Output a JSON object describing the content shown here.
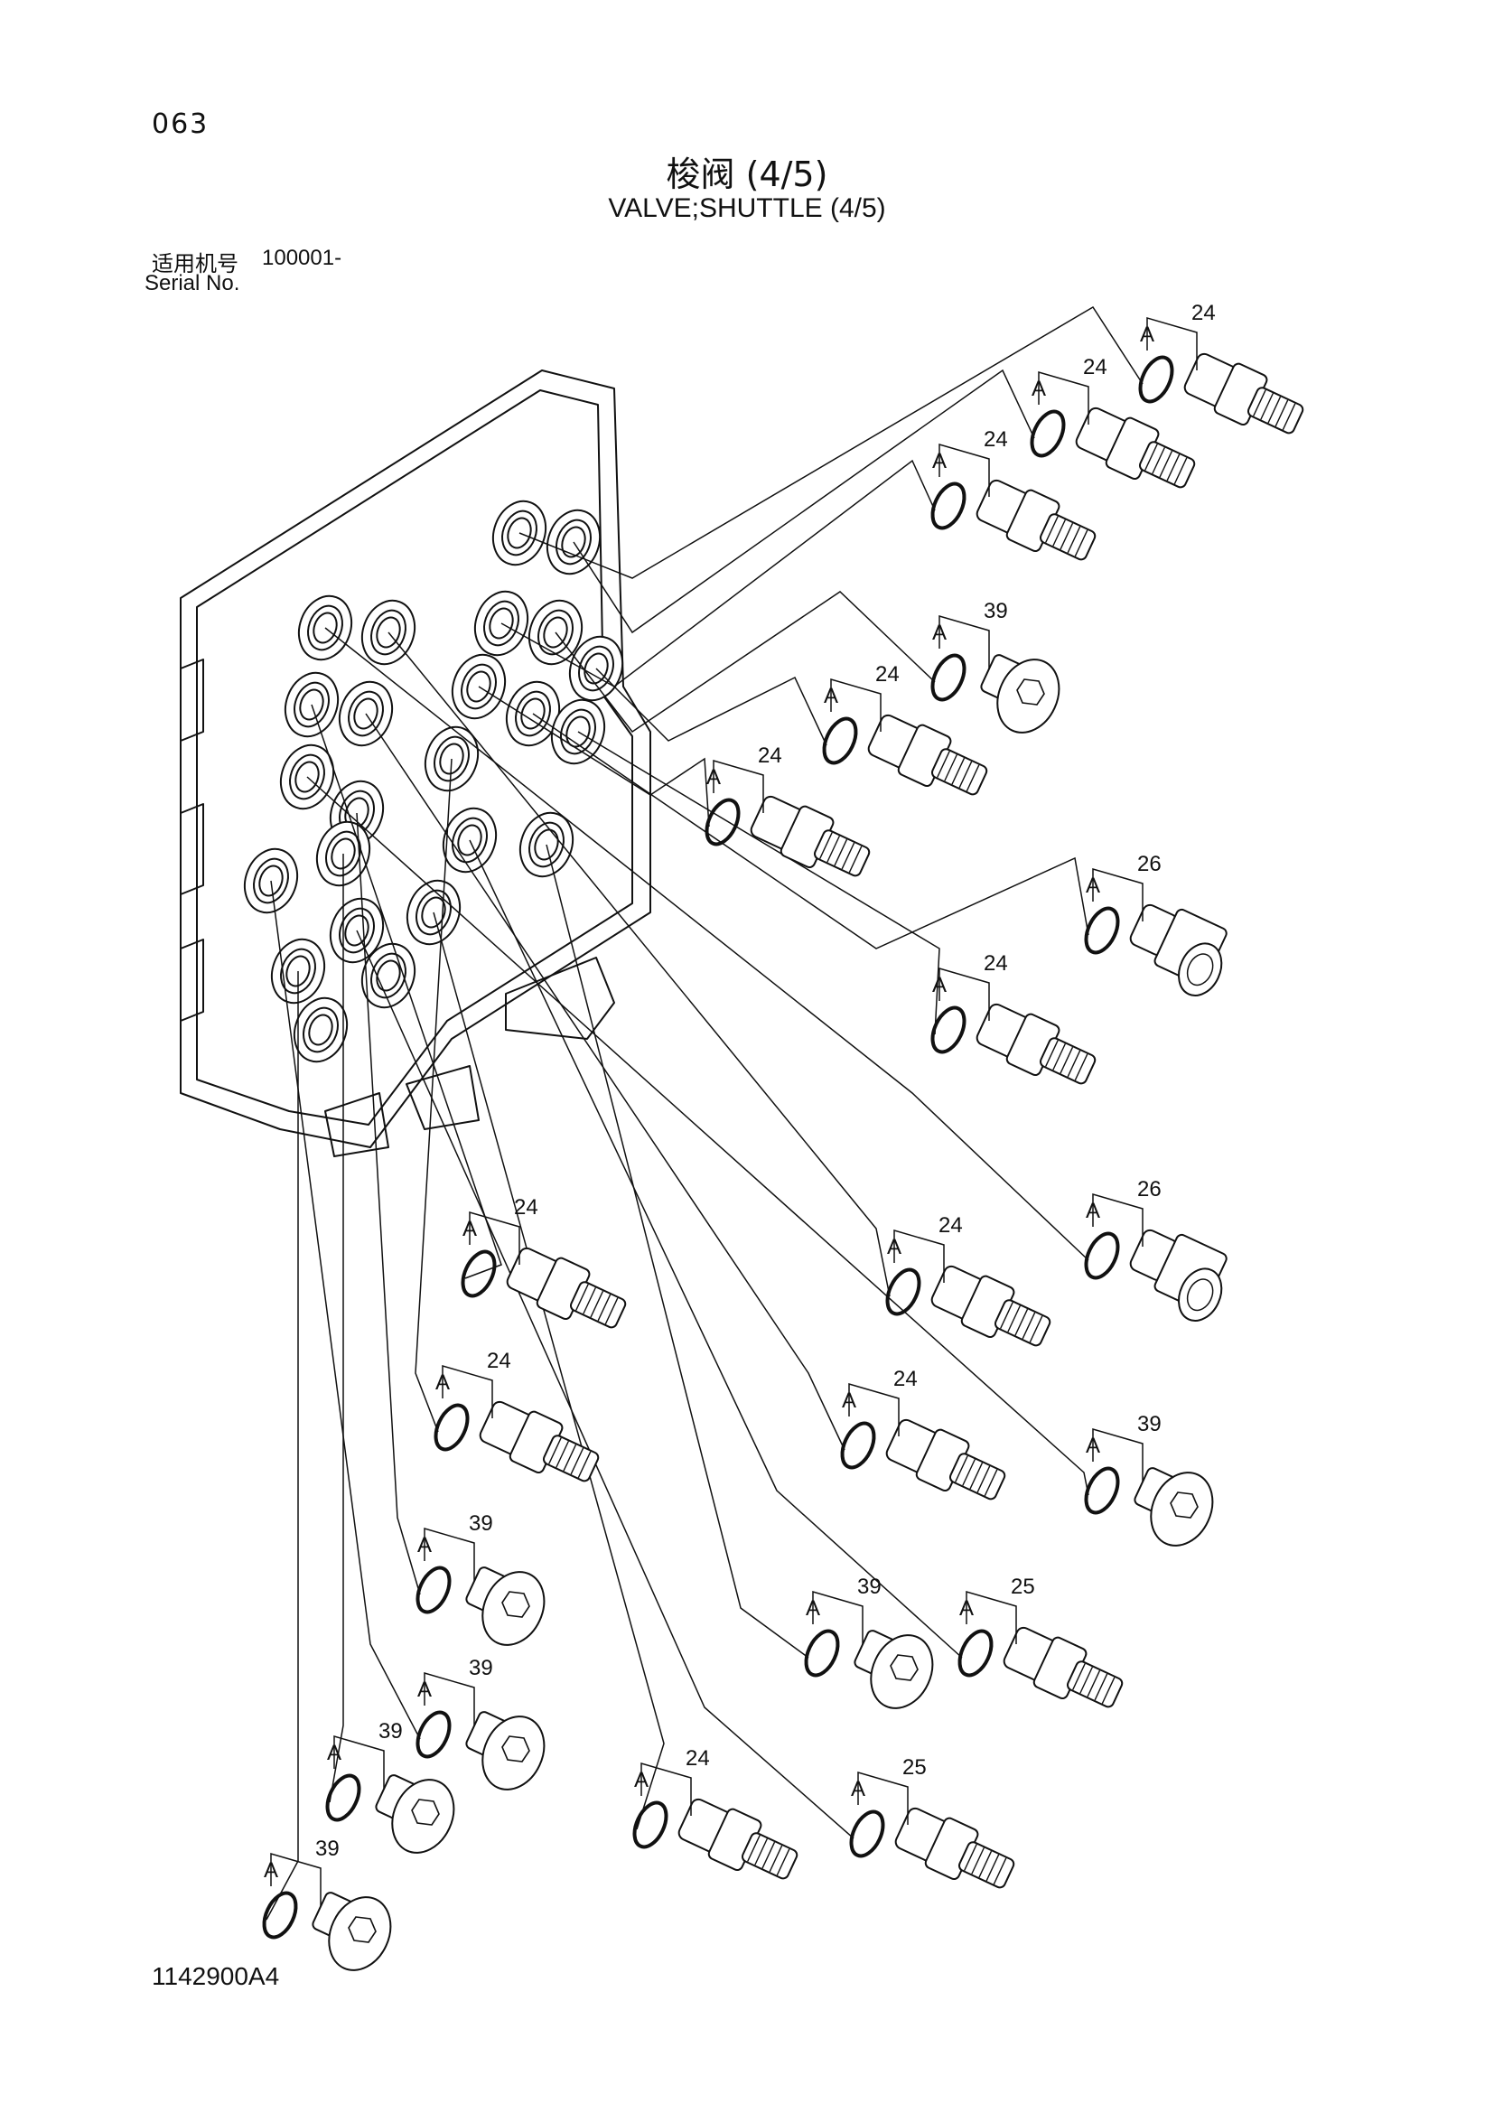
{
  "header": {
    "page_number": "063",
    "title_cn": "梭阀 (4/5)",
    "title_en": "VALVE;SHUTTLE (4/5)"
  },
  "serial": {
    "label_cn": "适用机号",
    "value": "100001-",
    "label_en": "Serial No."
  },
  "footer": {
    "drawing_number": "1142900A4"
  },
  "parts": {
    "oring_ref": "A",
    "items": [
      {
        "ref": "24",
        "type": "fitting"
      },
      {
        "ref": "24",
        "type": "fitting"
      },
      {
        "ref": "24",
        "type": "fitting"
      },
      {
        "ref": "39",
        "type": "plug"
      },
      {
        "ref": "24",
        "type": "fitting"
      },
      {
        "ref": "24",
        "type": "fitting"
      },
      {
        "ref": "26",
        "type": "adapter"
      },
      {
        "ref": "24",
        "type": "fitting"
      },
      {
        "ref": "26",
        "type": "adapter"
      },
      {
        "ref": "24",
        "type": "fitting"
      },
      {
        "ref": "24",
        "type": "fitting"
      },
      {
        "ref": "24",
        "type": "fitting"
      },
      {
        "ref": "24",
        "type": "fitting"
      },
      {
        "ref": "39",
        "type": "plug"
      },
      {
        "ref": "39",
        "type": "plug"
      },
      {
        "ref": "25",
        "type": "fitting"
      },
      {
        "ref": "39",
        "type": "plug"
      },
      {
        "ref": "39",
        "type": "plug"
      },
      {
        "ref": "39",
        "type": "plug"
      },
      {
        "ref": "24",
        "type": "fitting"
      },
      {
        "ref": "25",
        "type": "fitting"
      },
      {
        "ref": "39",
        "type": "plug"
      }
    ]
  }
}
